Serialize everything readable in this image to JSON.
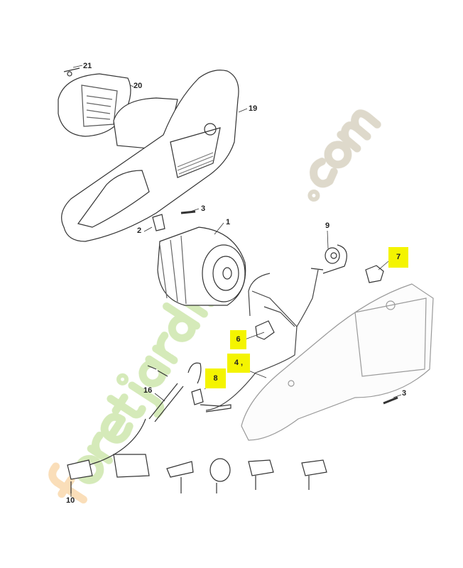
{
  "diagram": {
    "title": "Exploded parts diagram - electric chainsaw motor and cabling",
    "watermark": "foretjardin.com",
    "highlight_color": "#f4f400",
    "callouts": {
      "c21": "21",
      "c20": "20",
      "c19": "19",
      "c3a": "3",
      "c2": "2",
      "c1": "1",
      "c9": "9",
      "c7": "7",
      "c6": "6",
      "c4": "4 ,",
      "c8": "8",
      "c16": "16",
      "c3b": "3",
      "c10": "10"
    },
    "highlighted_parts": [
      "7",
      "6",
      "4",
      "8"
    ]
  }
}
